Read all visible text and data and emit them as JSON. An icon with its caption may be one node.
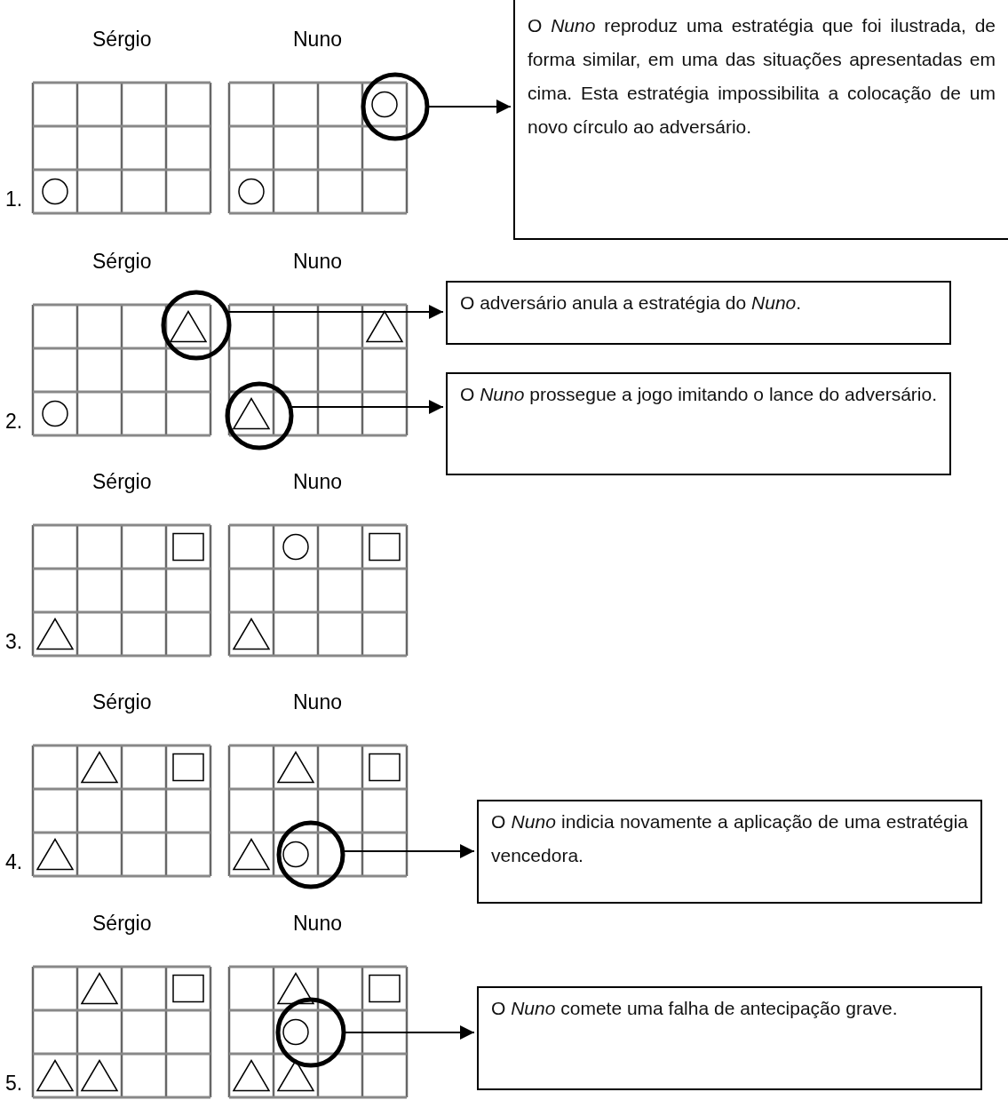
{
  "diagram": {
    "nodes": [
      {
        "text": [],
        "shape": "circle"
      },
      {
        "text": [
          "O *Nuno* reproduz uma estratégia que foi ilustrada, de forma similar, em uma das situações apresentadas em cima. Esta estratégia impossibilita a colocação de um novo círculo ao adversário."
        ]
      },
      {
        "text": [],
        "shape": "circle"
      },
      {
        "text": [
          "O adversário anula a estratégia do *Nuno*."
        ]
      },
      {
        "text": [],
        "shape": "circle"
      },
      {
        "text": [
          "O *Nuno* prossegue a jogo imitando o lance do adversário."
        ]
      },
      {
        "text": [],
        "shape": "circle"
      },
      {
        "text": [
          "O *Nuno* indicia novamente a aplicação de uma estratégia vencedora."
        ]
      },
      {
        "text": [],
        "shape": "circle"
      },
      {
        "text": [
          "O *Nuno* comete uma falha de antecipação grave."
        ]
      }
    ],
    "edges": [
      {
        "from": 0,
        "to": 1,
        "arrow": "to"
      },
      {
        "from": 2,
        "to": 3,
        "arrow": "to"
      },
      {
        "from": 4,
        "to": 5,
        "arrow": "to"
      },
      {
        "from": 6,
        "to": 7,
        "arrow": "to"
      },
      {
        "from": 8,
        "to": 9,
        "arrow": "to"
      }
    ],
    "labels": [
      "Sérgio",
      "Nuno",
      "1.",
      "Sérgio",
      "Nuno",
      "2.",
      "Sérgio",
      "Nuno",
      "3.",
      "Sérgio",
      "Nuno",
      "4.",
      "Sérgio",
      "Nuno",
      "5."
    ]
  }
}
